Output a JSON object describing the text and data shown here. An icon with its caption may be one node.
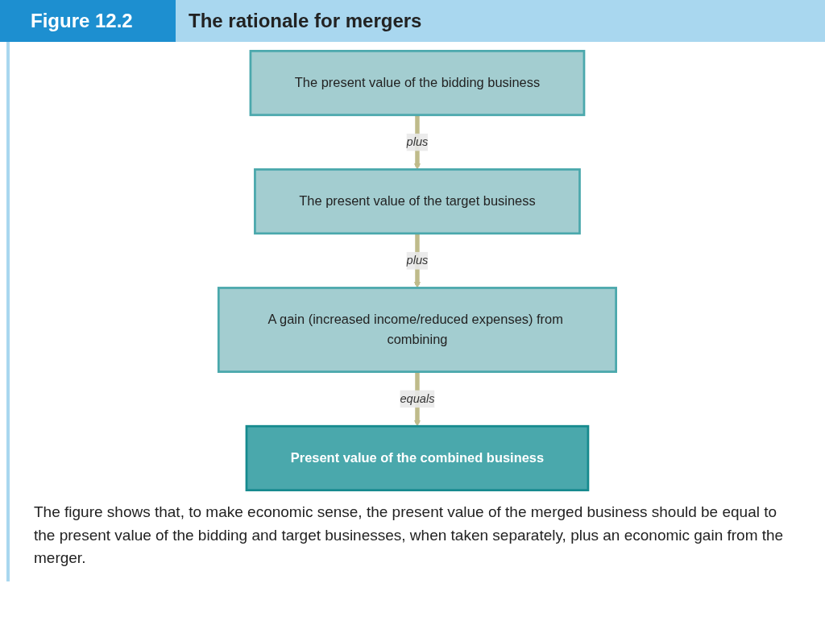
{
  "diagram": {
    "title": "The rationale for mergers",
    "caption": "The figure shows that, to make economic sense, the present value of the merged business should be equal to the present value of the bidding and target businesses, when taken separately, plus an economic gain from the merger.",
    "nodes": [
      {
        "text": [
          "The present value of the bidding business"
        ]
      },
      {
        "text": [
          "The present value of the target business"
        ]
      },
      {
        "text": [
          "A gain (increased income/reduced expenses) from combining"
        ]
      },
      {
        "text": [
          "Present value of the combined business"
        ]
      }
    ],
    "edges": [
      {
        "from": 0,
        "to": 1,
        "arrow": "to",
        "label": "plus"
      },
      {
        "from": 1,
        "to": 2,
        "arrow": "to",
        "label": "plus"
      },
      {
        "from": 2,
        "to": 3,
        "arrow": "to",
        "label": "equals"
      }
    ],
    "labels": [
      "Figure 12.2"
    ]
  }
}
